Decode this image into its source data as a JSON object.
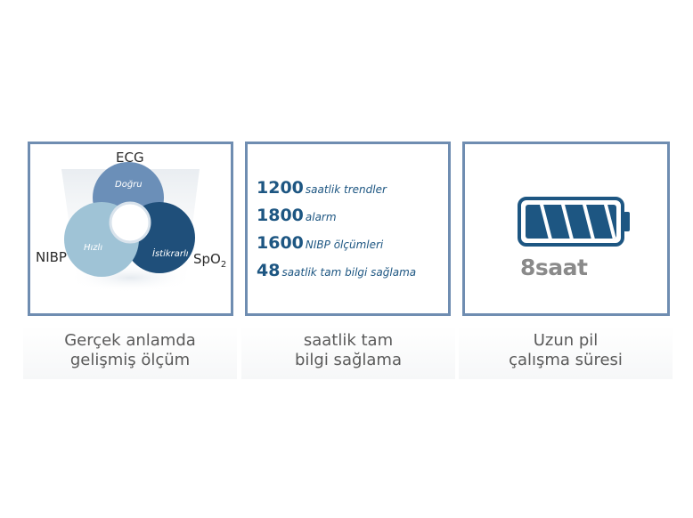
{
  "colors": {
    "border": "#6f8db1",
    "accent_dark": "#1d5682",
    "segment_top": "#6b8fb8",
    "segment_left": "#9fc3d6",
    "segment_right": "#1f4f7a",
    "caption_text": "#5a5a5a",
    "battery_label": "#8a8a8a"
  },
  "panel1": {
    "top_label": "ECG",
    "left_label": "NIBP",
    "right_label_main": "SpO",
    "right_label_sub": "2",
    "segments": {
      "top": "Doğru",
      "left": "Hızlı",
      "right": "İstikrarlı"
    }
  },
  "panel2": {
    "specs": [
      {
        "number": "1200",
        "text": "saatlik trendler"
      },
      {
        "number": "1800",
        "text": "alarm"
      },
      {
        "number": "1600",
        "text": "NIBP ölçümleri"
      },
      {
        "number": "48",
        "text": "saatlik tam bilgi sağlama"
      }
    ]
  },
  "panel3": {
    "battery_icon": "battery-full-icon",
    "label": "8saat"
  },
  "captions": [
    {
      "line1": "Gerçek anlamda",
      "line2": "gelişmiş ölçüm"
    },
    {
      "line1": "saatlik tam",
      "line2": "bilgi sağlama"
    },
    {
      "line1": "Uzun pil",
      "line2": "çalışma süresi"
    }
  ]
}
